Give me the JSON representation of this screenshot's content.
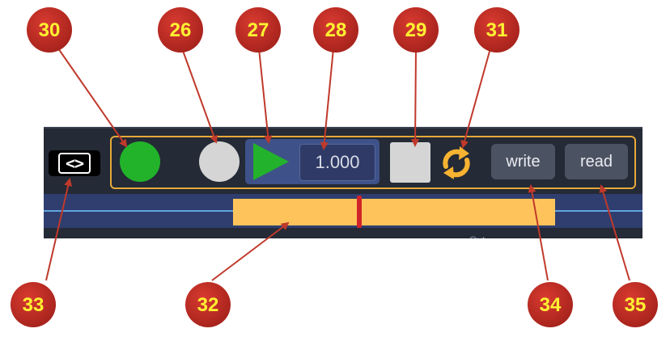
{
  "toolbar": {
    "toggle_label": "<>",
    "speed_value": "1.000",
    "write_label": "write",
    "read_label": "read",
    "below_text": "Out...",
    "icons": {
      "live": "green-circle-icon",
      "record": "record-circle-icon",
      "play": "play-icon",
      "stop": "stop-icon",
      "loop": "loop-icon"
    },
    "colors": {
      "accent_border": "#e7a93a",
      "live_green": "#22b32a",
      "play_green": "#23b22b",
      "loop_orange": "#f6b331",
      "range_yellow": "#fec45b",
      "playhead_red": "#d1232a"
    }
  },
  "timeline": {
    "range_fraction": [
      0.32,
      0.855
    ],
    "playhead_fraction": 0.525
  },
  "callouts": [
    "30",
    "26",
    "27",
    "28",
    "29",
    "31",
    "33",
    "32",
    "34",
    "35"
  ]
}
